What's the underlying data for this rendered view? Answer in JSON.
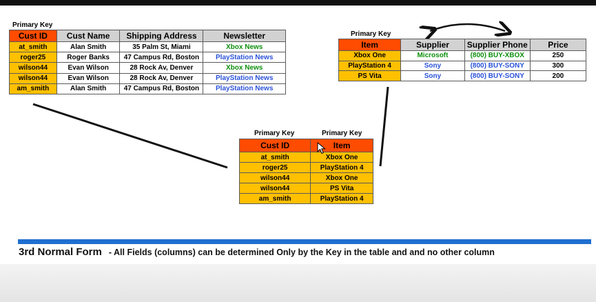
{
  "customers": {
    "primary_key_label": "Primary Key",
    "headers": [
      "Cust ID",
      "Cust Name",
      "Shipping Address",
      "Newsletter"
    ],
    "rows": [
      [
        "at_smith",
        "Alan Smith",
        "35 Palm St, Miami",
        "Xbox News"
      ],
      [
        "roger25",
        "Roger Banks",
        "47 Campus Rd, Boston",
        "PlayStation News"
      ],
      [
        "wilson44",
        "Evan Wilson",
        "28 Rock Av, Denver",
        "Xbox News"
      ],
      [
        "wilson44",
        "Evan Wilson",
        "28 Rock Av, Denver",
        "PlayStation News"
      ],
      [
        "am_smith",
        "Alan Smith",
        "47 Campus Rd, Boston",
        "PlayStation News"
      ]
    ]
  },
  "items": {
    "primary_key_label": "Primary Key",
    "headers": [
      "Item",
      "Supplier",
      "Supplier Phone",
      "Price"
    ],
    "rows": [
      [
        "Xbox One",
        "Microsoft",
        "(800) BUY-XBOX",
        "250"
      ],
      [
        "PlayStation 4",
        "Sony",
        "(800) BUY-SONY",
        "300"
      ],
      [
        "PS Vita",
        "Sony",
        "(800) BUY-SONY",
        "200"
      ]
    ]
  },
  "orders": {
    "primary_key_labels": [
      "Primary Key",
      "Primary Key"
    ],
    "headers": [
      "Cust ID",
      "Item"
    ],
    "rows": [
      [
        "at_smith",
        "Xbox One"
      ],
      [
        "roger25",
        "PlayStation 4"
      ],
      [
        "wilson44",
        "Xbox One"
      ],
      [
        "wilson44",
        "PS Vita"
      ],
      [
        "am_smith",
        "PlayStation 4"
      ]
    ]
  },
  "footer": {
    "title": "3rd Normal Form",
    "description": "- All Fields (columns) can be determined Only by the Key in the table and and no other column"
  },
  "colors": {
    "key_header": "#ff4c00",
    "key_cell": "#ffc000",
    "header": "#d2d2d2",
    "xbox_text": "#0e8f0e",
    "playstation_text": "#2a52d8",
    "rule_bar": "#1f6fcf"
  }
}
